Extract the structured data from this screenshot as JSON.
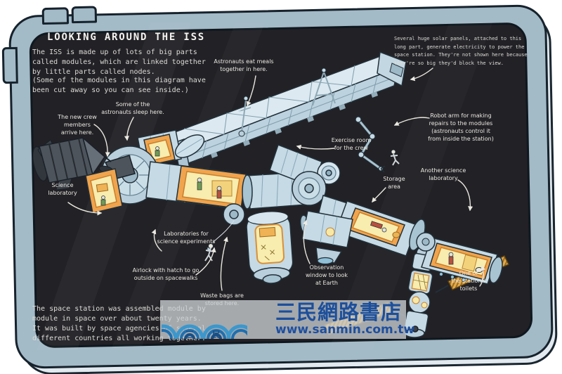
{
  "screen": {
    "title": "LOOKING AROUND THE ISS",
    "intro_1": "The ISS is made up of lots of big parts\ncalled modules, which are linked together\nby little parts called nodes.",
    "intro_2": "(Some of the modules in this diagram have\nbeen cut away so you can see inside.)",
    "solar_note": "Several huge solar panels, attached to this\nlong part, generate electricity to power the\nspace station. They're not shown here because\nthey're so big they'd block the view.",
    "footer_note": "The space station was assembled module by\nmodule in space over about twenty years.\nIt was built by space agencies of several\ndifferent countries all working together."
  },
  "callouts": [
    {
      "id": "eat-meals",
      "text": "Astronauts eat meals\ntogether in here."
    },
    {
      "id": "sleep",
      "text": "Some of the\nastronauts sleep here."
    },
    {
      "id": "new-crew",
      "text": "The new crew\nmembers\narrive here."
    },
    {
      "id": "science-laboratory",
      "text": "Science\nlaboratory"
    },
    {
      "id": "laboratories",
      "text": "Laboratories for\nscience experiments"
    },
    {
      "id": "airlock",
      "text": "Airlock with hatch to go\noutside on spacewalks"
    },
    {
      "id": "waste-bags",
      "text": "Waste bags are\nstored here."
    },
    {
      "id": "observation-window",
      "text": "Observation\nwindow to look\nat Earth"
    },
    {
      "id": "exercise-room",
      "text": "Exercise room\nfor the crew"
    },
    {
      "id": "storage-area",
      "text": "Storage\narea"
    },
    {
      "id": "robot-arm",
      "text": "Robot arm for making\nrepairs to the modules\n(astronauts control it\nfrom inside the station)"
    },
    {
      "id": "another-science-laboratory",
      "text": "Another science\nlaboratory"
    },
    {
      "id": "toilet",
      "text": "One of\nthe station's\ntoilets"
    }
  ],
  "watermark": {
    "store_name": "三民網路書店",
    "url": "www.sanmin.com.tw",
    "logo_char_1": "三",
    "logo_char_2": "民"
  },
  "colors": {
    "frame_blue_gray": "#a3bac7",
    "screen_black": "#222126",
    "module_blue": "#c5dae5",
    "cutaway_orange": "#f0a44d",
    "interior_yellow": "#f8ecae",
    "solar_gold": "#e3aa48",
    "watermark_blue": "#1c4f9c"
  }
}
